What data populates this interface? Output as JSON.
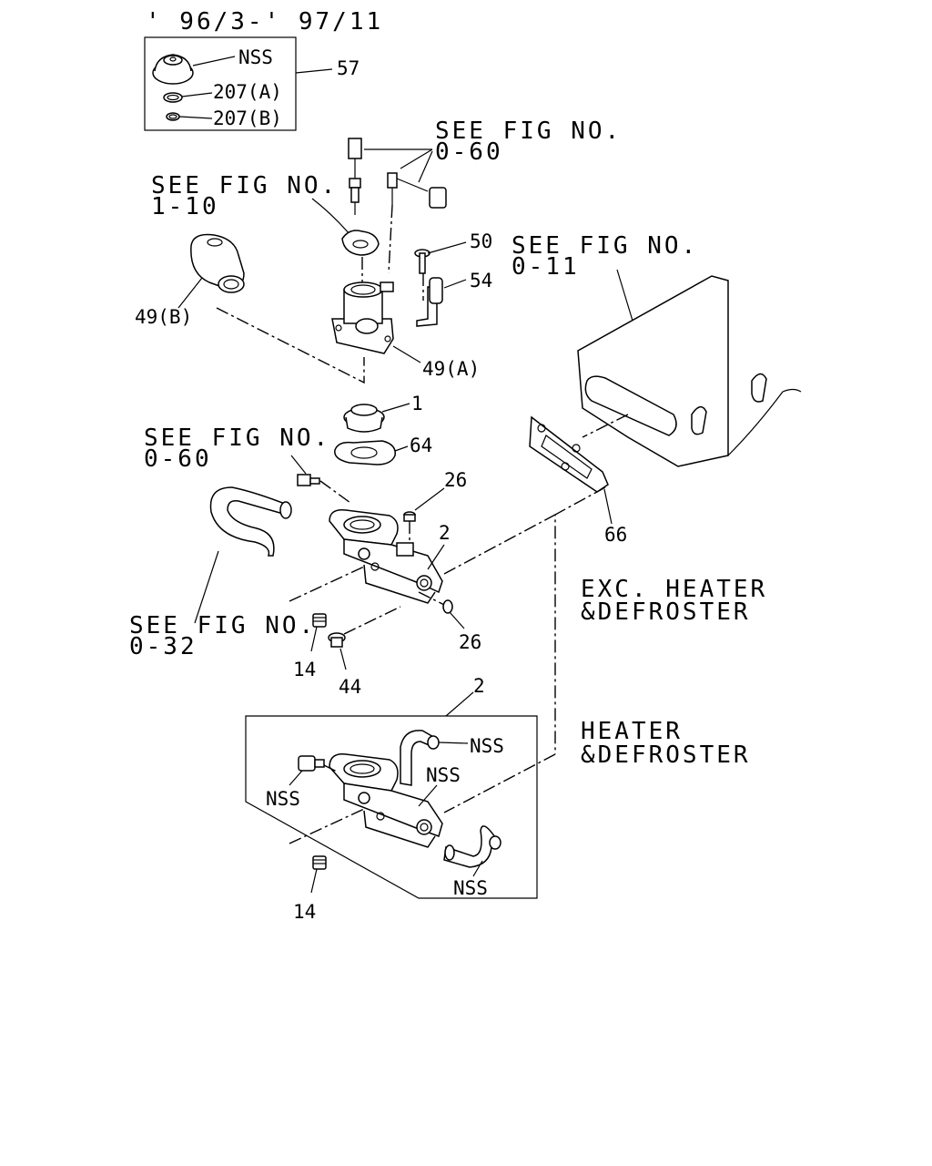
{
  "period": "' 96/3-' 97/11",
  "inset_top": {
    "nss": "NSS",
    "ring_a": "207(A)",
    "ring_b": "207(B)",
    "ref": "57"
  },
  "see_fig": {
    "fig_0_60_top": [
      "SEE FIG NO.",
      "0-60"
    ],
    "fig_1_10": [
      "SEE FIG NO.",
      "1-10"
    ],
    "fig_0_11": [
      "SEE FIG NO.",
      "0-11"
    ],
    "fig_0_60_mid": [
      "SEE FIG NO.",
      "0-60"
    ],
    "fig_0_32": [
      "SEE FIG NO.",
      "0-32"
    ]
  },
  "parts": {
    "p50": "50",
    "p54": "54",
    "p49b": "49(B)",
    "p49a": "49(A)",
    "p1": "1",
    "p64": "64",
    "p26a": "26",
    "p2a": "2",
    "p66": "66",
    "p26b": "26",
    "p14a": "14",
    "p44": "44",
    "p2b": "2",
    "p14b": "14"
  },
  "variants": {
    "exc": [
      "EXC. HEATER",
      "&DEFROSTER"
    ],
    "with": [
      "HEATER",
      "&DEFROSTER"
    ]
  },
  "inset_bottom": {
    "nss1": "NSS",
    "nss2": "NSS",
    "nss3": "NSS",
    "nss4": "NSS"
  }
}
